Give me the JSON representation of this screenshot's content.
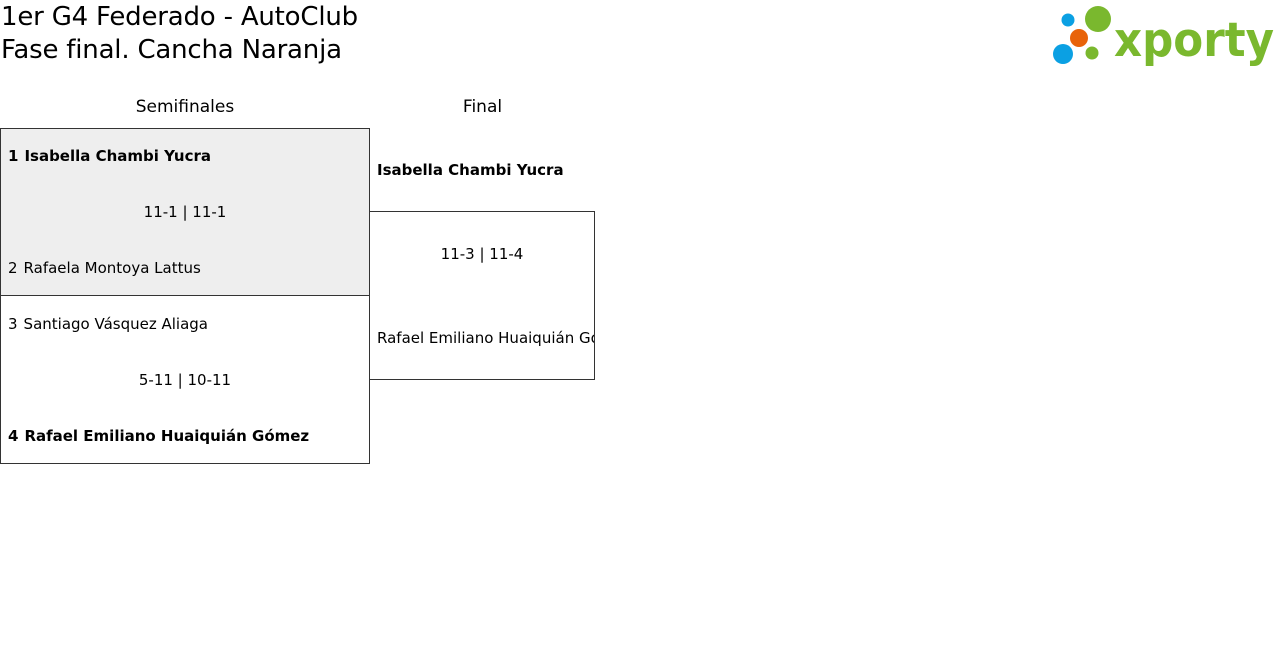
{
  "header": {
    "title_line1": "1er G4 Federado - AutoClub",
    "title_line2": "Fase final. Cancha Naranja"
  },
  "logo": {
    "text": "xporty",
    "colors": {
      "green": "#7ab82e",
      "blue": "#0ba0e3",
      "orange": "#e8630a"
    }
  },
  "rounds": {
    "semifinals_label": "Semifinales",
    "final_label": "Final"
  },
  "semifinals": [
    {
      "top": {
        "seed": "1",
        "name": "Isabella Chambi Yucra",
        "winner": true
      },
      "score": "11-1 | 11-1",
      "bottom": {
        "seed": "2",
        "name": "Rafaela Montoya Lattus",
        "winner": false
      }
    },
    {
      "top": {
        "seed": "3",
        "name": "Santiago Vásquez Aliaga",
        "winner": false
      },
      "score": "5-11 | 10-11",
      "bottom": {
        "seed": "4",
        "name": "Rafael Emiliano Huaiquián Gómez",
        "winner": true
      }
    }
  ],
  "final": {
    "top": {
      "name": "Isabella Chambi Yucra",
      "winner": true
    },
    "score": "11-3 | 11-4",
    "bottom": {
      "name": "Rafael Emiliano Huaiquián Gómez",
      "winner": false
    }
  }
}
